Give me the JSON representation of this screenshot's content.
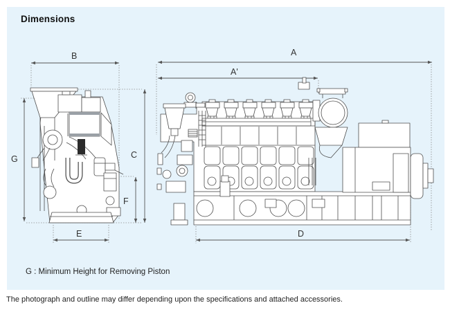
{
  "panel": {
    "title": "Dimensions",
    "note": "G : Minimum Height for Removing Piston"
  },
  "footer": {
    "caption": "The photograph and outline may differ depending upon the specifications and attached accessories."
  },
  "diagram": {
    "labels": {
      "a": "A",
      "a_prime": "A'",
      "b": "B",
      "c": "C",
      "d": "D",
      "e": "E",
      "f": "F",
      "g": "G"
    }
  },
  "colors": {
    "panel_background": "#e6f3fb",
    "line_art": "#4d4d4d",
    "dimension_lines": "#555555",
    "text": "#1a1a1a"
  }
}
